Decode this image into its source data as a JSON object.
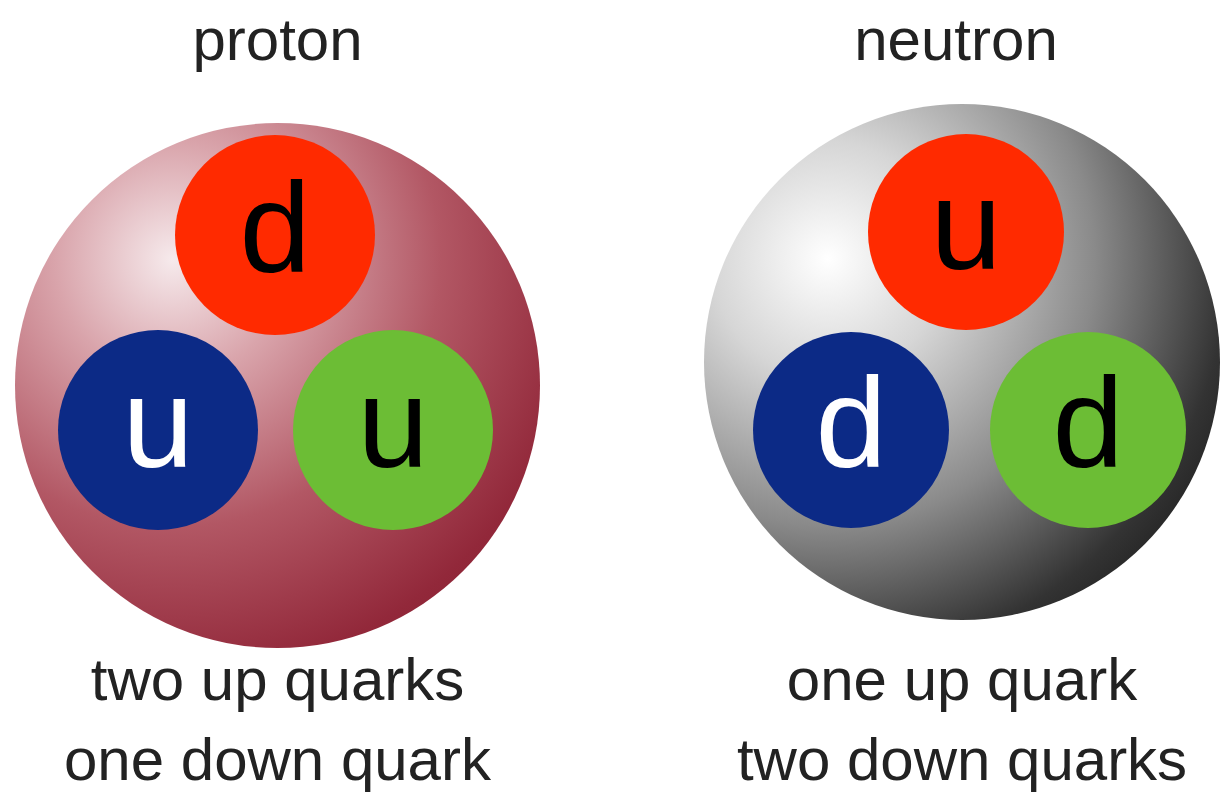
{
  "diagram": {
    "nodes": [
      {
        "text": [
          "proton",
          "two up quarks one down quark"
        ]
      },
      {
        "text": [
          "d"
        ],
        "in": 0
      },
      {
        "text": [
          "u"
        ],
        "in": 0
      },
      {
        "text": [
          "u"
        ],
        "in": 0
      },
      {
        "text": [
          "neutron",
          "one up quark two down quarks"
        ]
      },
      {
        "text": [
          "u"
        ],
        "in": 4
      },
      {
        "text": [
          "d"
        ],
        "in": 4
      },
      {
        "text": [
          "d"
        ],
        "in": 4
      }
    ]
  }
}
